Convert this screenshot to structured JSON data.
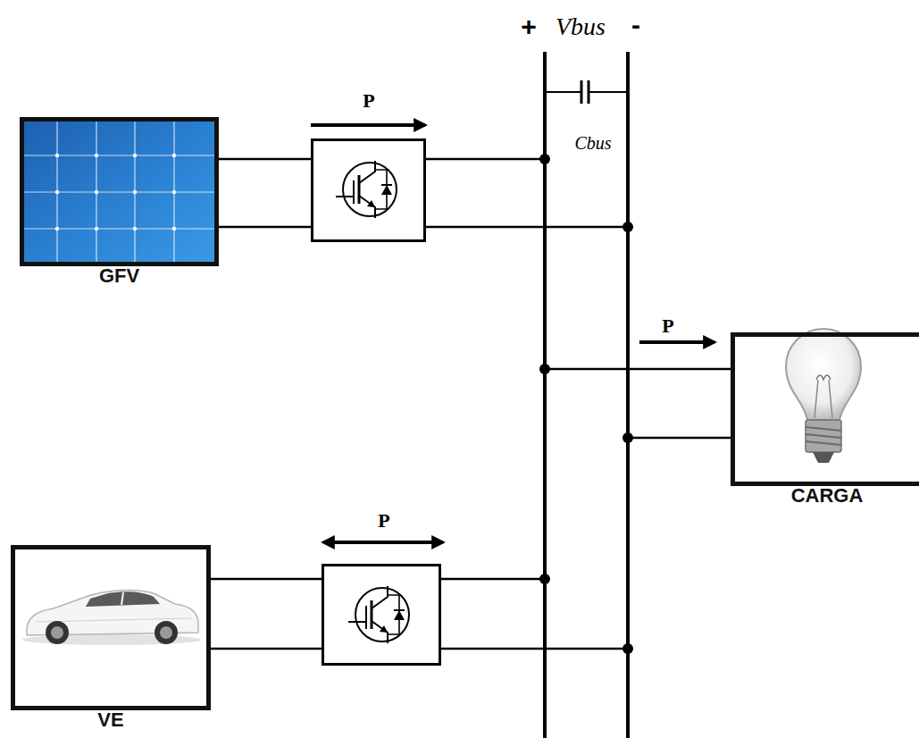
{
  "diagram": {
    "nodes": [
      {
        "text": [
          "GFV"
        ]
      },
      {
        "text": [
          "CARGA"
        ]
      },
      {
        "text": [
          "VE"
        ]
      }
    ],
    "labels": [
      "+",
      "Vbus",
      "-",
      "P",
      "Cbus",
      "P",
      "P"
    ]
  }
}
